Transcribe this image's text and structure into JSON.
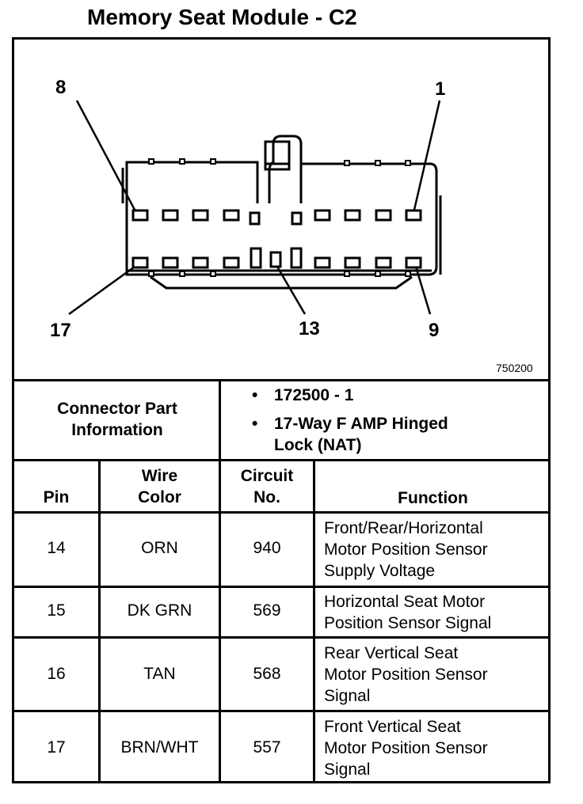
{
  "title": "Memory Seat Module - C2",
  "diagram": {
    "pin_labels": {
      "top_left": "8",
      "top_right": "1",
      "bottom_left": "17",
      "bottom_middle": "13",
      "bottom_right": "9"
    },
    "figure_number": "750200"
  },
  "connector_info": {
    "label_line1": "Connector Part",
    "label_line2": "Information",
    "items": [
      "172500 - 1",
      "17-Way F AMP Hinged",
      "Lock (NAT)"
    ],
    "bullet": "•"
  },
  "table": {
    "headers": {
      "pin": "Pin",
      "wire_color_line1": "Wire",
      "wire_color_line2": "Color",
      "circuit_line1": "Circuit",
      "circuit_line2": "No.",
      "function": "Function"
    },
    "rows": [
      {
        "pin": "14",
        "wire": "ORN",
        "circuit": "940",
        "function": [
          "Front/Rear/Horizontal",
          "Motor Position Sensor",
          "Supply Voltage"
        ]
      },
      {
        "pin": "15",
        "wire": "DK GRN",
        "circuit": "569",
        "function": [
          "Horizontal Seat Motor",
          "Position Sensor Signal"
        ]
      },
      {
        "pin": "16",
        "wire": "TAN",
        "circuit": "568",
        "function": [
          "Rear Vertical Seat",
          "Motor Position Sensor",
          "Signal"
        ]
      },
      {
        "pin": "17",
        "wire": "BRN/WHT",
        "circuit": "557",
        "function": [
          "Front Vertical Seat",
          "Motor Position Sensor",
          "Signal"
        ]
      }
    ]
  }
}
